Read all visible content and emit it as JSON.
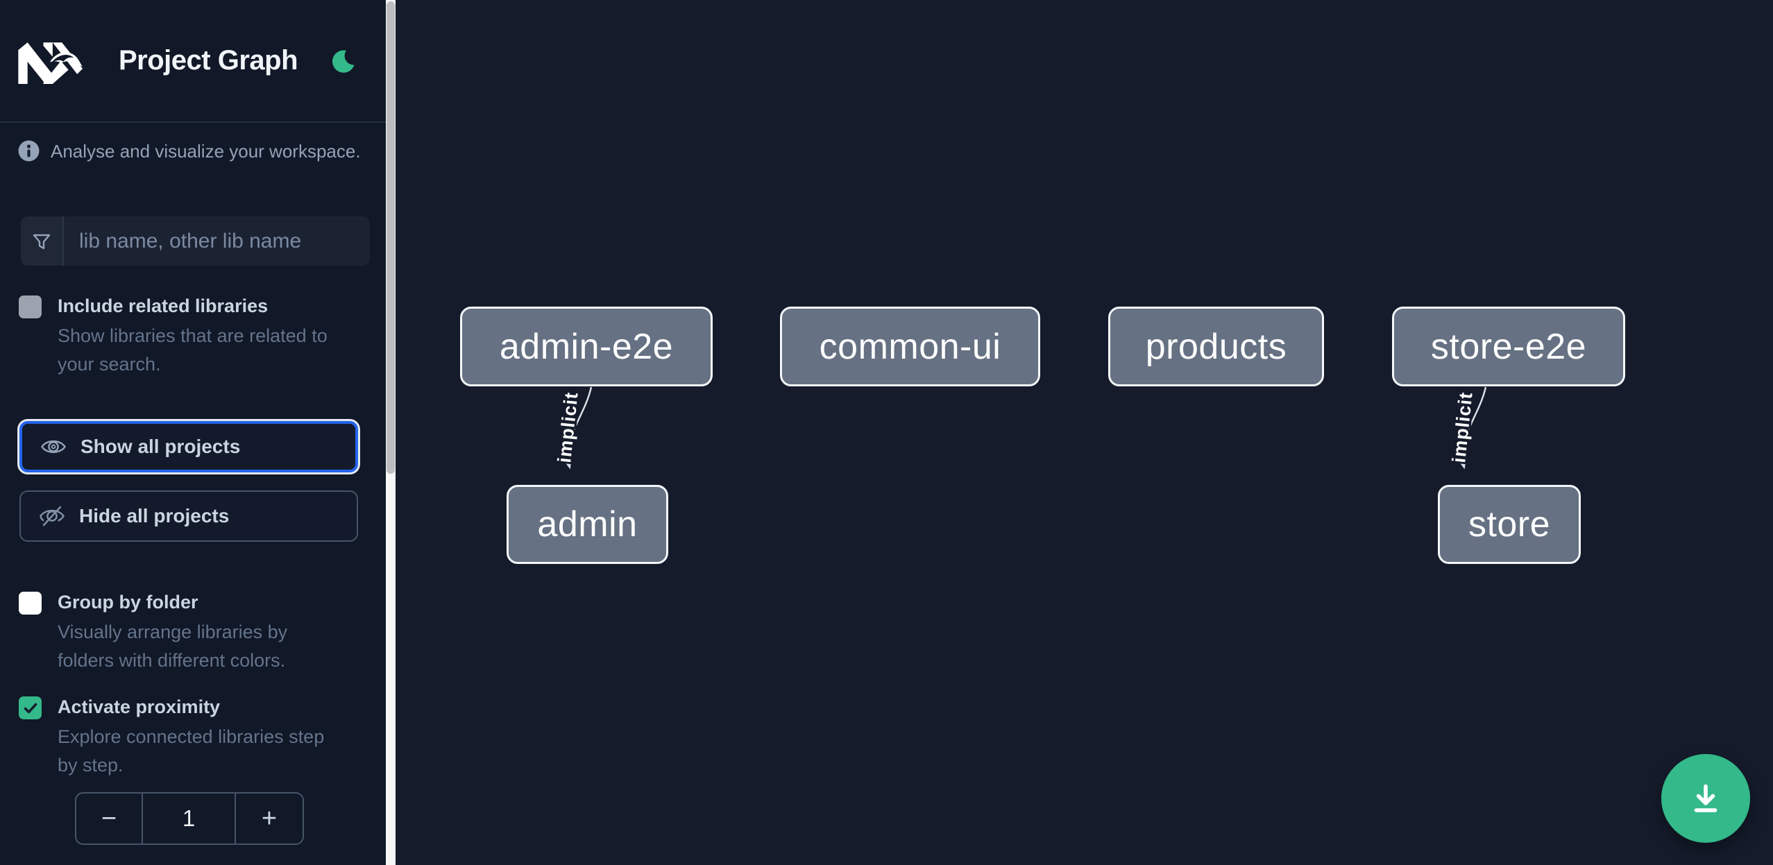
{
  "header": {
    "title": "Project Graph",
    "logo_alt": "Nx"
  },
  "sidebar": {
    "info_text": "Analyse and visualize your workspace.",
    "search": {
      "placeholder": "lib name, other lib name",
      "value": ""
    },
    "options": [
      {
        "label": "Include related libraries",
        "description": "Show libraries that are related to your search.",
        "checked": false
      },
      {
        "label": "Group by folder",
        "description": "Visually arrange libraries by folders with different colors.",
        "checked": false
      },
      {
        "label": "Activate proximity",
        "description": "Explore connected libraries step by step.",
        "checked": true
      }
    ],
    "buttons": {
      "show_all": "Show all projects",
      "hide_all": "Hide all projects"
    },
    "proximity_stepper": {
      "decrement": "−",
      "value": "1",
      "increment": "+"
    }
  },
  "canvas": {
    "nodes": [
      {
        "label": "admin-e2e"
      },
      {
        "label": "common-ui"
      },
      {
        "label": "products"
      },
      {
        "label": "store-e2e"
      },
      {
        "label": "admin"
      },
      {
        "label": "store"
      }
    ],
    "edges": [
      {
        "from": "admin-e2e",
        "to": "admin",
        "label": "implicit",
        "type": "implicit"
      },
      {
        "from": "store-e2e",
        "to": "store",
        "label": "implicit",
        "type": "implicit"
      }
    ]
  },
  "icons": {
    "logo": "nx-logo",
    "theme_toggle": "moon-icon",
    "info": "info-icon",
    "search": "filter-funnel-icon",
    "show_all": "eye-icon",
    "hide_all": "eye-off-icon",
    "fab": "download-icon",
    "checked": "checkmark-icon"
  },
  "colors": {
    "sidebar_bg": "#111827",
    "canvas_bg": "#151b2b",
    "accent_green": "#34b98a",
    "focus_blue": "#2563eb",
    "node_fill": "#667183",
    "node_border": "#f4f7fa",
    "edge": "#d9dee5",
    "text_primary": "#cbd5e1",
    "text_muted": "#64748b"
  }
}
